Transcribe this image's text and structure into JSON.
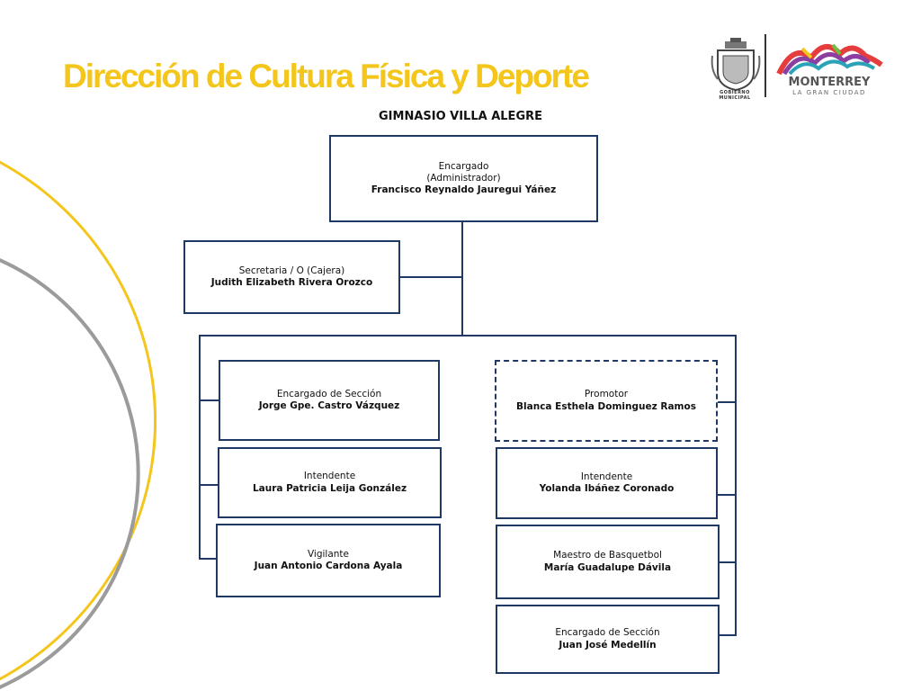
{
  "header": {
    "title": "Dirección de Cultura Física y Deporte",
    "subtitle": "GIMNASIO VILLA ALEGRE"
  },
  "logo": {
    "shield_caption": "GOBIERNO MUNICIPAL",
    "brand_name": "MONTERREY",
    "brand_tagline": "LA GRAN CIUDAD"
  },
  "colors": {
    "title": "#f4c51b",
    "box_border": "#1f3864",
    "arc_yellow": "#f4c51b",
    "arc_gray": "#9b9b9b"
  },
  "org": {
    "director": {
      "role": "Encargado",
      "role2": "(Administrador)",
      "name": "Francisco Reynaldo Jauregui Yáñez"
    },
    "secretary": {
      "role": "Secretaria / O (Cajera)",
      "name": "Judith Elizabeth Rivera Orozco"
    },
    "left": [
      {
        "role": "Encargado de Sección",
        "name": "Jorge Gpe. Castro Vázquez"
      },
      {
        "role": "Intendente",
        "name": "Laura Patricia Leija González"
      },
      {
        "role": "Vigilante",
        "name": "Juan Antonio Cardona Ayala"
      }
    ],
    "right": [
      {
        "role": "Promotor",
        "name": "Blanca Esthela Dominguez Ramos"
      },
      {
        "role": "Intendente",
        "name": "Yolanda Ibáñez Coronado"
      },
      {
        "role": "Maestro de Basquetbol",
        "name": "María Guadalupe Dávila"
      },
      {
        "role": "Encargado de Sección",
        "name": "Juan José Medellín"
      }
    ]
  }
}
